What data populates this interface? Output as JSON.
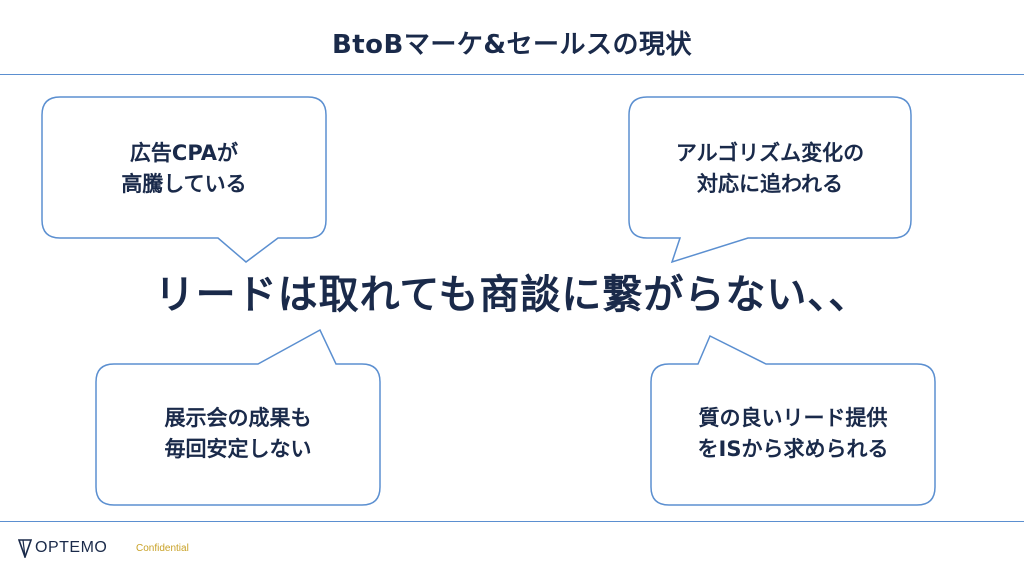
{
  "slide": {
    "title": "BtoBマーケ&セールスの現状",
    "headline": "リードは取れても商談に繋がらない、、"
  },
  "bubbles": {
    "top_left": {
      "line1": "広告CPAが",
      "line2": "高騰している"
    },
    "top_right": {
      "line1": "アルゴリズム変化の",
      "line2": "対応に追われる"
    },
    "bottom_left": {
      "line1": "展示会の成果も",
      "line2": "毎回安定しない"
    },
    "bottom_right": {
      "line1": "質の良いリード提供",
      "line2": "をISから求められる"
    }
  },
  "footer": {
    "logo": "OPTEMO",
    "confidential": "Confidential"
  },
  "colors": {
    "text": "#1a2a4a",
    "accent_line": "#5b8fd0",
    "confidential": "#c9a227"
  }
}
